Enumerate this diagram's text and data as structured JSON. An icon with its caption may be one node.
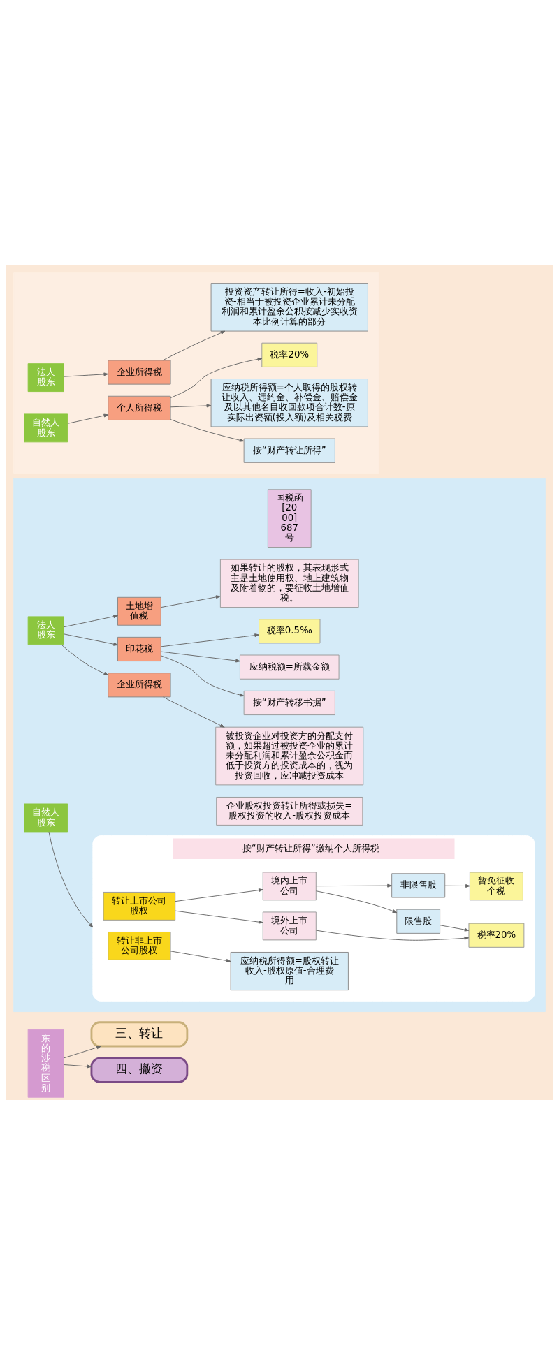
{
  "diagram": {
    "nodes": [
      {
        "text": [
          "东的涉税区别"
        ]
      },
      {
        "text": [
          "三、转让"
        ]
      },
      {
        "text": [],
        "shape": "box"
      },
      {
        "text": [
          "按“财产转让所得”缴纳个人所得税"
        ],
        "in": 2
      },
      {
        "text": [
          "自然人股东"
        ],
        "in": 2
      },
      {
        "text": [
          "转让非上市公司股权"
        ],
        "in": 3
      },
      {
        "text": [
          "应纳税所得额=股权转让收入-股权原值-合理费用"
        ],
        "in": 3
      },
      {
        "text": [
          "税率20%"
        ],
        "in": 3
      },
      {
        "text": [
          "转让上市公司股权"
        ],
        "in": 3
      },
      {
        "text": [
          "境外上市公司"
        ],
        "in": 3
      },
      {
        "text": [
          "境内上市公司"
        ],
        "in": 3
      },
      {
        "text": [
          "限售股"
        ],
        "in": 3
      },
      {
        "text": [
          "非限售股"
        ],
        "in": 3
      },
      {
        "text": [
          "暂免征收个税"
        ],
        "in": 3
      },
      {
        "text": [
          "法人股东"
        ],
        "in": 2
      },
      {
        "text": [
          "企业所得税"
        ],
        "in": 2
      },
      {
        "text": [
          "企业股权投资转让所得或损失=股权投资的收入-股权投资成本"
        ],
        "in": 2
      },
      {
        "text": [
          "被投资企业对投资方的分配支付额，如果超过被投资企业的累计未分配利润和累计盈余公积金而低于投资方的投资成本的，视为投资回收，应冲减投资成本"
        ],
        "in": 2
      },
      {
        "text": [
          "印花税"
        ],
        "in": 2
      },
      {
        "text": [
          "按“财产转移书据”"
        ],
        "in": 2
      },
      {
        "text": [
          "应纳税额=所载金额"
        ],
        "in": 2
      },
      {
        "text": [
          "税率0.5‰"
        ],
        "in": 2
      },
      {
        "text": [
          "土地增值税"
        ],
        "in": 2
      },
      {
        "text": [
          "如果转让的股权，其表现形式主是土地使用权、地上建筑物及附着物的，要征收土地增值税。"
        ],
        "in": 2
      },
      {
        "text": [
          "国税函[2000]687号"
        ],
        "in": 2
      },
      {
        "text": [
          "四、撤资"
        ]
      },
      {
        "text": [],
        "shape": "box"
      },
      {
        "text": [
          "自然人股东"
        ],
        "in": 26
      },
      {
        "text": [
          "个人所得税"
        ],
        "in": 26
      },
      {
        "text": [
          "按“财产转让所得”"
        ],
        "in": 26
      },
      {
        "text": [
          "应纳税所得额=个人取得的股权转让收入、违约金、补偿金、赔偿金及以其他名目收回款项合计数-原实际出资额(投入额)及相关税费"
        ],
        "in": 26
      },
      {
        "text": [
          "税率20%"
        ],
        "in": 26
      },
      {
        "text": [
          "法人股东"
        ],
        "in": 26
      },
      {
        "text": [
          "企业所得税"
        ],
        "in": 26
      },
      {
        "text": [
          "投资资产转让所得=收入-初始投资-相当于被投资企业累计未分配利润和累计盈余公积按减少实收资本比例计算的部分"
        ],
        "in": 26
      }
    ],
    "edges": [
      {
        "from": 0,
        "to": 1,
        "arrow": "to"
      },
      {
        "from": 4,
        "to": 3,
        "arrow": "to"
      },
      {
        "from": 5,
        "to": 6,
        "arrow": "to"
      },
      {
        "from": 8,
        "to": 9,
        "arrow": "to"
      },
      {
        "from": 8,
        "to": 10,
        "arrow": "to"
      },
      {
        "from": 9,
        "to": 7,
        "arrow": "to"
      },
      {
        "from": 10,
        "to": 11,
        "arrow": "to"
      },
      {
        "from": 10,
        "to": 12,
        "arrow": "to"
      },
      {
        "from": 11,
        "to": 7,
        "arrow": "to"
      },
      {
        "from": 12,
        "to": 13,
        "arrow": "to"
      },
      {
        "from": 14,
        "to": 15,
        "arrow": "to"
      },
      {
        "from": 14,
        "to": 18,
        "arrow": "to"
      },
      {
        "from": 14,
        "to": 22,
        "arrow": "to"
      },
      {
        "from": 15,
        "to": 17,
        "arrow": "to"
      },
      {
        "from": 18,
        "to": 19,
        "arrow": "to"
      },
      {
        "from": 18,
        "to": 20,
        "arrow": "to"
      },
      {
        "from": 18,
        "to": 21,
        "arrow": "to"
      },
      {
        "from": 22,
        "to": 23,
        "arrow": "to"
      },
      {
        "from": 0,
        "to": 25,
        "arrow": "to"
      },
      {
        "from": 27,
        "to": 28,
        "arrow": "to"
      },
      {
        "from": 28,
        "to": 29,
        "arrow": "to"
      },
      {
        "from": 28,
        "to": 30,
        "arrow": "to"
      },
      {
        "from": 28,
        "to": 31,
        "arrow": "to"
      },
      {
        "from": 32,
        "to": 33,
        "arrow": "to"
      },
      {
        "from": 33,
        "to": 34,
        "arrow": "to"
      }
    ]
  }
}
